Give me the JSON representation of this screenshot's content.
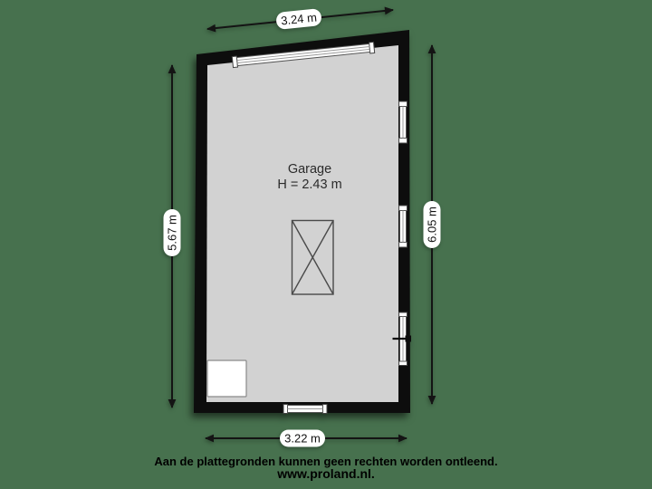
{
  "floorplan": {
    "room": {
      "label": "Garage",
      "height_label": "H = 2.43 m"
    },
    "dimensions": {
      "top": "3.24 m",
      "left": "5.67 m",
      "right": "6.05 m",
      "bottom": "3.22 m"
    },
    "footer": {
      "disclaimer": "Aan de plattegronden kunnen geen rechten worden ontleend.",
      "website": "www.proland.nl."
    },
    "icons": {
      "dimension_arrow": "double-headed-arrow",
      "void_symbol": "crossed-rectangle"
    },
    "colors": {
      "background": "#47714e",
      "wall": "#0d0d0d",
      "floor": "#d2d2d2",
      "window": "#ffffff",
      "pill": "#ffffff",
      "dim": "#141414"
    }
  }
}
